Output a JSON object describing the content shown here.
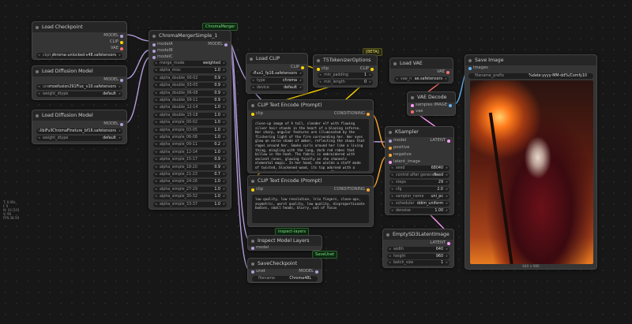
{
  "colors": {
    "model": "#b39ddb",
    "clip": "#ffd500",
    "vae": "#ff6e6e",
    "conditioning": "#ffa931",
    "latent": "#ff9cf9",
    "image": "#64b5f6",
    "string": "#7ec8a0",
    "int": "#7ec8a0"
  },
  "load_checkpoint": {
    "title": "Load Checkpoint",
    "outputs": [
      "MODEL",
      "CLIP",
      "VAE"
    ],
    "ckpt_label": "ckpt_n",
    "ckpt_value": "chroma-unlocked-v48.safetensors"
  },
  "load_diffusion_1": {
    "title": "Load Diffusion Model",
    "output": "MODEL",
    "unet_label": "une",
    "unet_value": "moefusion291Fluc_v10.safetensors",
    "dtype_label": "weight_dtype",
    "dtype_value": "default"
  },
  "load_diffusion_2": {
    "title": "Load Diffusion Model",
    "output": "MODEL",
    "unet_label": "",
    "unet_value": "libiFullChromaFineture_bf16.safetensors",
    "dtype_label": "weight_dtype",
    "dtype_value": "default"
  },
  "merger": {
    "tag": "ChromaMerger",
    "title": "ChromaMergerSimple_1",
    "inputs": [
      "modelA",
      "modelB",
      "modelC"
    ],
    "output": "MODEL",
    "params": [
      {
        "l": "merge_mode",
        "v": "weighted"
      },
      {
        "l": "alpha_misc",
        "v": "1.0"
      },
      {
        "l": "alpha_double_00-02",
        "v": "0.9"
      },
      {
        "l": "alpha_double_03-05",
        "v": "0.9"
      },
      {
        "l": "alpha_double_06-08",
        "v": "0.9"
      },
      {
        "l": "alpha_double_09-11",
        "v": "0.9"
      },
      {
        "l": "alpha_double_12-14",
        "v": "1.0"
      },
      {
        "l": "alpha_double_15-18",
        "v": "1.0"
      },
      {
        "l": "alpha_simple_00-02",
        "v": "1.0"
      },
      {
        "l": "alpha_simple_03-05",
        "v": "1.0"
      },
      {
        "l": "alpha_simple_06-08",
        "v": "1.0"
      },
      {
        "l": "alpha_simple_09-11",
        "v": "0.2"
      },
      {
        "l": "alpha_simple_12-14",
        "v": "1.0"
      },
      {
        "l": "alpha_simple_15-17",
        "v": "0.9"
      },
      {
        "l": "alpha_simple_18-20",
        "v": "0.9"
      },
      {
        "l": "alpha_simple_21-23",
        "v": "0.7"
      },
      {
        "l": "alpha_simple_24-26",
        "v": "1.0"
      },
      {
        "l": "alpha_simple_27-29",
        "v": "1.0"
      },
      {
        "l": "alpha_simple_30-32",
        "v": "1.0"
      },
      {
        "l": "alpha_simple_33-37",
        "v": "1.0"
      }
    ]
  },
  "load_clip": {
    "title": "Load CLIP",
    "output": "CLIP",
    "params": [
      {
        "l": "",
        "v": "flux1_fp16.safetensors"
      },
      {
        "l": "type",
        "v": "chroma"
      },
      {
        "l": "device",
        "v": "default"
      }
    ]
  },
  "t5": {
    "tag": "[BETA]",
    "title": "T5TokenizerOptions",
    "input": "clip",
    "output": "CLIP",
    "params": [
      {
        "l": "min_padding",
        "v": "1"
      },
      {
        "l": "min_length",
        "v": "0"
      }
    ]
  },
  "clip_pos": {
    "title": "CLIP Text Encode (Prompt)",
    "input": "clip",
    "output": "CONDITIONING",
    "text": "close-up image of  A tall, slender elf with flowing silver hair stands in the heart of a blazing inferno. Her sharp, angular features are illuminated by the flickering light of the fire surrounding her. Her eyes glow an eerie shade of amber, reflecting the chaos that rages around her. Smoke curls around her like a living thing, mingling with the long, dark red robes that billow in the heat. The fabric is embroidered with ancient runes, glowing faintly as she channels elemental magic. In her hand, she wields a staff made of twisted, blackened wood, its top adorned with a glowing ember that pulses with power. Flames dance at her feet, yet she remains untouched by their heat, her expression one of calm control. Her pale skin contrasts sharply with the fiery backdrop, adding an ethereal quality to her presence. As the firestorm rages around her, she raises her staff, calling forth even greater flames to bend to her will. Cemanagement, hyperrealism, detailed, dramatic, hyper-realistic, dramatic lighting, shallow depth of field."
  },
  "clip_neg": {
    "title": "CLIP Text Encode (Prompt)",
    "input": "clip",
    "output": "CONDITIONING",
    "text": "low quality, low resolution, lrix fingers, close-ups, asymetric, worst quality, low quality, disproportionate bodies, small heads, blurry, out of focus"
  },
  "load_vae": {
    "title": "Load VAE",
    "output": "VAE",
    "vae_label": "vae_n",
    "vae_value": "ae.safetensors"
  },
  "vae_decode": {
    "title": "VAE Decode",
    "inputs": [
      "samples",
      "vae"
    ],
    "output": "IMAGE"
  },
  "ksampler": {
    "title": "KSampler",
    "inputs": [
      "model",
      "positive",
      "negative",
      "latent_image"
    ],
    "output": "LATENT",
    "params": [
      {
        "l": "seed",
        "v": "68040"
      },
      {
        "l": "control after generate",
        "v": "fixed"
      },
      {
        "l": "steps",
        "v": "29"
      },
      {
        "l": "cfg",
        "v": "2.0"
      },
      {
        "l": "sampler_name",
        "v": "uni_pc"
      },
      {
        "l": "scheduler",
        "v": "ddim_uniform"
      },
      {
        "l": "denoise",
        "v": "1.00"
      }
    ]
  },
  "save_image": {
    "title": "Save Image",
    "input": "images",
    "prefix_label": "filename_prefix",
    "prefix_value": "%date:yyyy-MM-dd%/Comfy10",
    "size": "640 × 960"
  },
  "empty_latent": {
    "title": "EmptySD3LatentImage",
    "output": "LATENT",
    "params": [
      {
        "l": "width",
        "v": "640"
      },
      {
        "l": "height",
        "v": "960"
      },
      {
        "l": "batch_size",
        "v": "1"
      }
    ]
  },
  "inspect": {
    "tag": "inspect-layers",
    "title": "Inspect Model Layers",
    "input": "model"
  },
  "save_ckpt": {
    "tag": "SaveUnet",
    "title": "SaveCheckpoint",
    "input": "unet",
    "output": "MODEL",
    "prefix_label": "filename",
    "prefix_value": "Chroma48L"
  },
  "stats": "T: 0.00s\nI: 0\nN: 10 [10]\nV: 96\nFPS:38.59"
}
